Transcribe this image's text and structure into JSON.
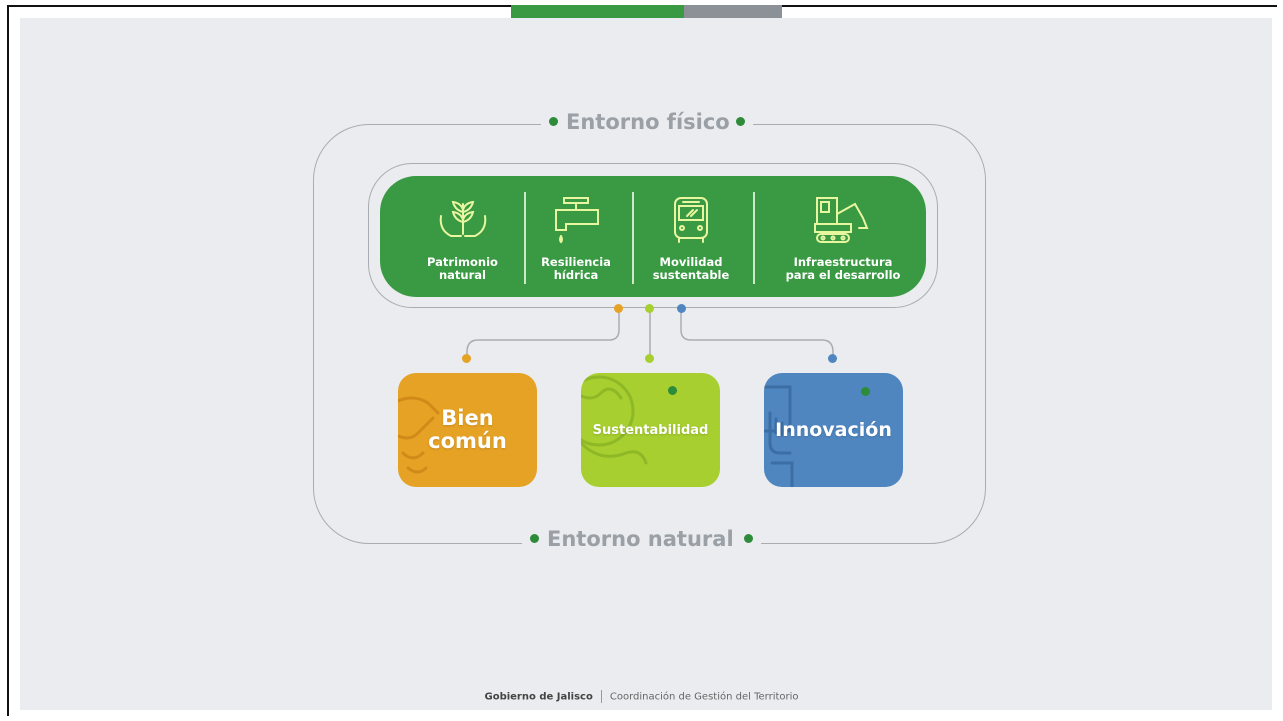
{
  "colors": {
    "green": "#3a9a43",
    "gray": "#8c9197",
    "orange": "#e6a224",
    "lime": "#a6cf2f",
    "blue": "#4f86c0",
    "dot_green": "#2e8b3a"
  },
  "diagram": {
    "top_label": "Entorno físico",
    "bottom_label": "Entorno natural",
    "pillars": [
      {
        "icon": "hands-plant-icon",
        "label": "Patrimonio\nnatural"
      },
      {
        "icon": "water-tap-icon",
        "label": "Resiliencia\nhídrica"
      },
      {
        "icon": "bus-icon",
        "label": "Movilidad\nsustentable"
      },
      {
        "icon": "excavator-icon",
        "label": "Infraestructura\npara el desarrollo"
      }
    ],
    "values": [
      {
        "label": "Bien\ncomún",
        "icon": "handshake-icon"
      },
      {
        "label": "Sustentabilidad",
        "icon": "globe-icon"
      },
      {
        "label": "Innovación",
        "icon": "hand-tablet-icon"
      }
    ]
  },
  "footer": {
    "org": "Gobierno de Jalisco",
    "unit": "Coordinación de Gestión del Territorio"
  }
}
